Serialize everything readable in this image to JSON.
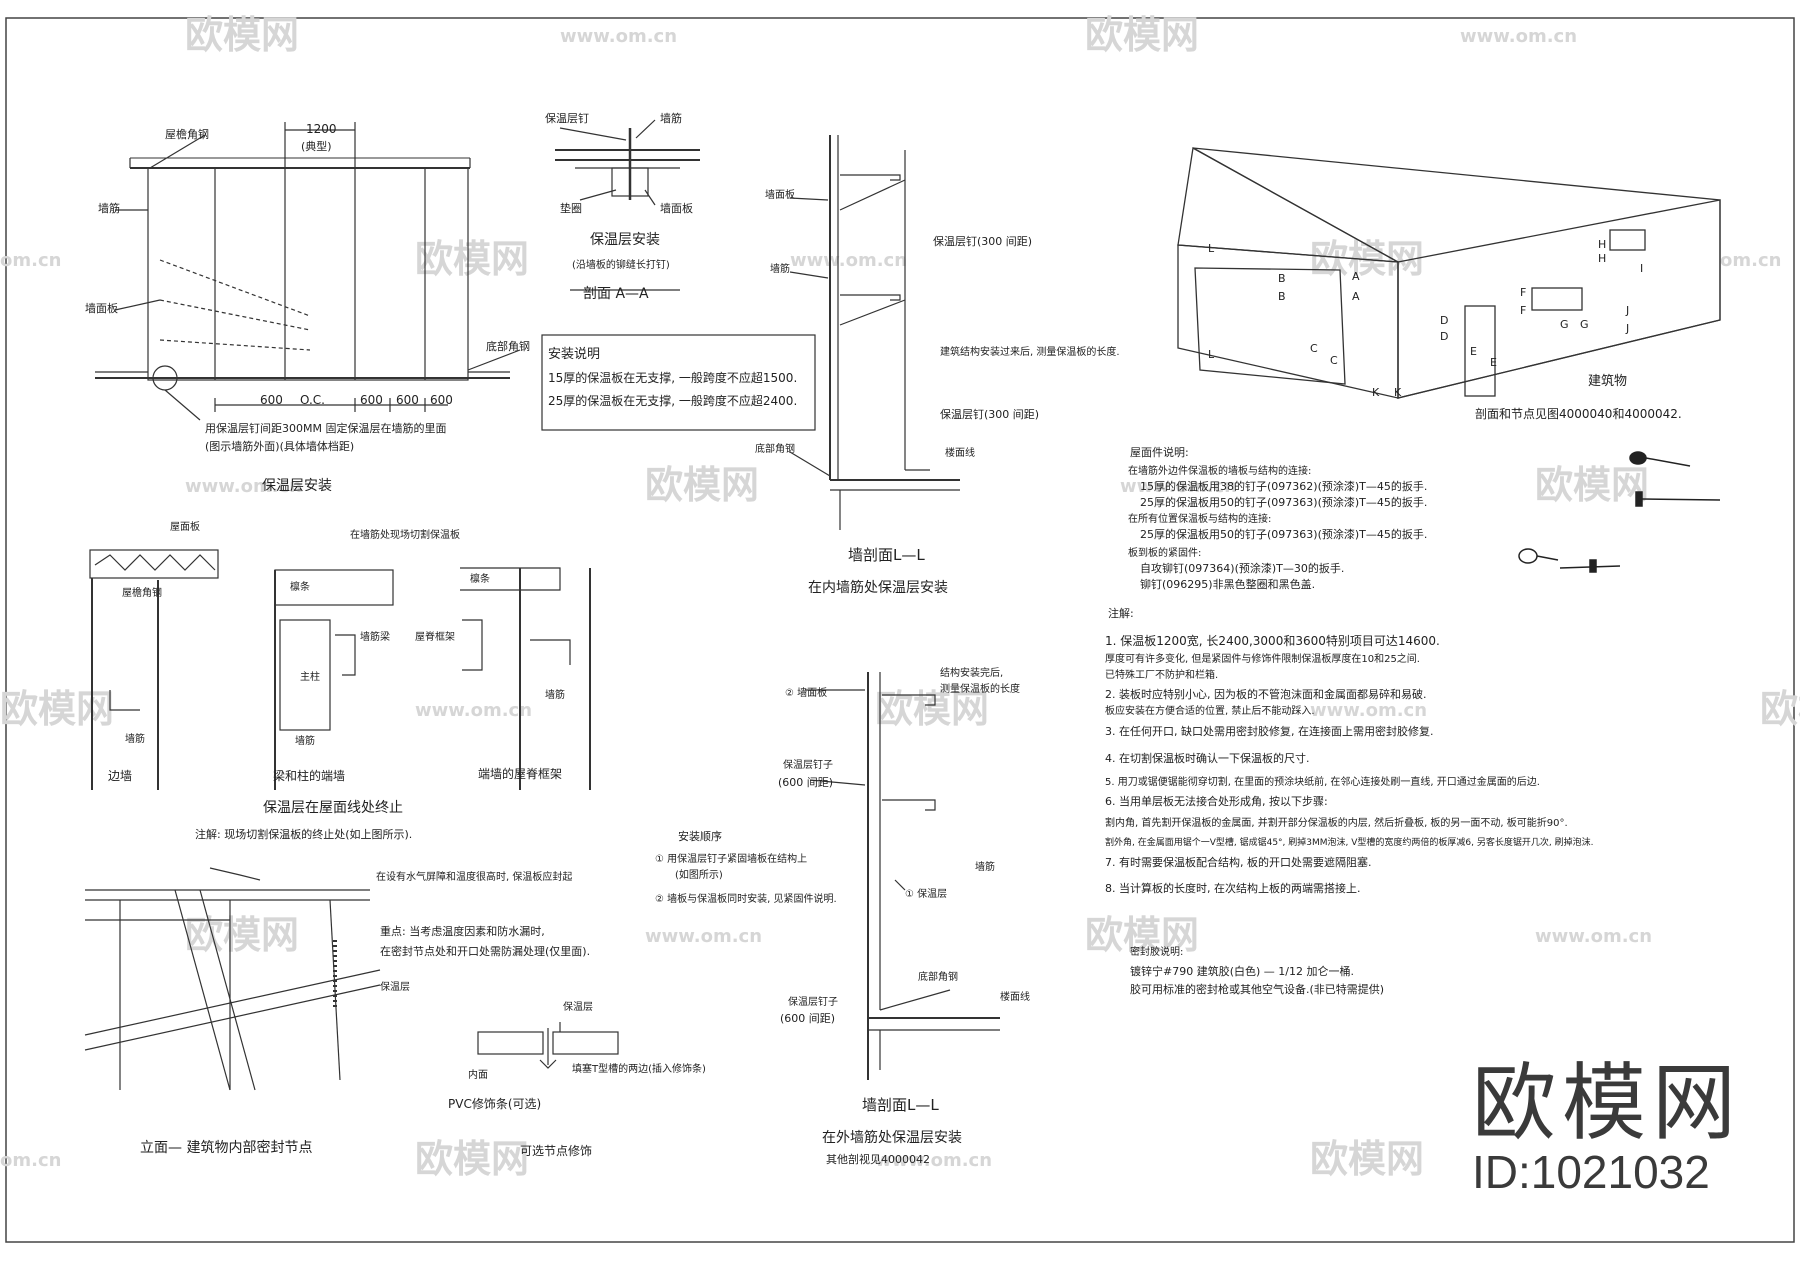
{
  "watermark": {
    "brand": "欧模网",
    "site": "www.om.cn",
    "site_short": "om.cn"
  },
  "stamp": {
    "brand": "欧模网",
    "id": "ID:1021032"
  },
  "elevation": {
    "label_roof_angle": "屋檐角钢",
    "label_stud": "墙筋",
    "label_panel": "墙面板",
    "label_base_angle": "底部角钢",
    "dim_top": "1200",
    "dim_top_note": "(典型)",
    "dim_bottom": [
      "600",
      "O.C.",
      "600",
      "600",
      "600"
    ],
    "note_line1": "用保温层钉间距300MM 固定保温层在墙筋的里面",
    "note_line2": "(图示墙筋外面)(具体墙体档距)",
    "title": "保温层安装"
  },
  "section_aa": {
    "label_nail": "保温层钉",
    "label_stud": "墙筋",
    "label_pad": "垫圈",
    "label_panel": "墙面板",
    "title": "保温层安装",
    "subtitle": "(沿墙板的铆缝长打钉)",
    "section_name": "剖面 A—A"
  },
  "install_notes": {
    "title": "安装说明",
    "line1": "15厚的保温板在无支撑, 一般跨度不应超1500.",
    "line2": "25厚的保温板在无支撑, 一般跨度不应超2400."
  },
  "wall_section_inner": {
    "label_panel": "墙面板",
    "label_stud": "墙筋",
    "label_nail": "保温层钉(300 间距)",
    "label_note": "建筑结构安装过来后, 测量保温板的长度.",
    "label_nail2": "保温层钉(300 间距)",
    "label_base": "底部角钢",
    "label_floor": "楼面线",
    "title": "墙剖面L—L",
    "subtitle": "在内墙筋处保温层安装"
  },
  "building": {
    "title": "建筑物",
    "note": "剖面和节点见图4000040和4000042.",
    "tags": [
      "L",
      "B",
      "B",
      "A",
      "A",
      "C",
      "C",
      "D",
      "D",
      "E",
      "E",
      "F",
      "F",
      "G",
      "G",
      "H",
      "H",
      "I",
      "J",
      "J",
      "K",
      "K",
      "L"
    ]
  },
  "roof_notes": {
    "title": "屋面件说明:",
    "lines": [
      "在墙筋外边件保温板的墙板与结构的连接:",
      "15厚的保温板用38的钉子(097362)(预涂漆)T—45的扳手.",
      "25厚的保温板用50的钉子(097363)(预涂漆)T—45的扳手.",
      "在所有位置保温板与结构的连接:",
      "25厚的保温板用50的钉子(097363)(预涂漆)T—45的扳手.",
      "板到板的紧固件:",
      "自攻铆钉(097364)(预涂漆)T—30的扳手.",
      "铆钉(096295)非黑色整圈和黑色盖."
    ]
  },
  "general_notes": {
    "title": "注解:",
    "items": [
      "1.  保温板1200宽, 长2400,3000和3600特别项目可达14600.",
      "    厚度可有许多变化, 但是紧固件与修饰件限制保温板厚度在10和25之间.",
      "    已特殊工厂不防护和栏箱.",
      "2.  装板时应特别小心, 因为板的不管泡沫面和金属面都易碎和易破.",
      "    板应安装在方便合适的位置, 禁止后不能动踩入.",
      "3.  在任何开口, 缺口处需用密封胶修复, 在连接面上需用密封胶修复.",
      "4.  在切割保温板时确认一下保温板的尺寸.",
      "5.  用刀或锯便锯能彻穿切割, 在里面的预涂块纸前, 在邻心连接处刷一直线, 开口通过金属面的后边.",
      "6.  当用单层板无法接合处形成角, 按以下步骤:",
      "    割内角, 首先割开保温板的金属面, 并割开部分保温板的内层, 然后折叠板, 板的另一面不动, 板可能折90°.",
      "    割外角, 在金属面用锯个一V型槽, 锯成锯45°, 刷掉3MM泡沫, V型槽的宽度约两倍的板厚减6, 另客长度锯开几次, 刷掉泡沫.",
      "7.  有时需要保温板配合结构, 板的开口处需要遮隔阻塞.",
      "8.  当计算板的长度时, 在次结构上板的两端需搭接上."
    ]
  },
  "sealant_notes": {
    "title": "密封胶说明:",
    "line1": "镀锌宁#790  建筑胶(白色)  — 1/12  加仑一桶.",
    "line2": "胶可用标准的密封枪或其他空气设备.(非已特需提供)"
  },
  "eave_details": {
    "d1_label_roof": "屋面板",
    "d1_label_angle": "屋檐角钢",
    "d1_label_stud": "墙筋",
    "d1_title": "边墙",
    "d2_label_top": "在墙筋处现场切割保温板",
    "d2_label_purlin": "檩条",
    "d2_label_stud": "墙筋梁",
    "d2_label_col": "主柱",
    "d2_label_stud2": "墙筋",
    "d2_title": "梁和柱的端墙",
    "d3_label_purlin": "檩条",
    "d3_label_rafter": "屋脊框架",
    "d3_label_stud": "墙筋",
    "d3_title": "端墙的屋脊框架",
    "caption": "保温层在屋面线处终止",
    "note": "注解: 现场切割保温板的终止处(如上图所示)."
  },
  "seal_elevation": {
    "label_top": "在设有水气屏障和温度很高时, 保温板应封起",
    "label_note1": "重点: 当考虑温度因素和防水漏时,",
    "label_note2": "在密封节点处和开口处需防漏处理(仅里面).",
    "label_insul": "保温层",
    "title": "立面— 建筑物内部密封节点"
  },
  "joint_detail": {
    "label_insul": "保温层",
    "label_inside": "内面",
    "label_t": "填塞T型槽的两边(插入修饰条)",
    "label_pvc": "PVC修饰条(可选)",
    "title": "可选节点修饰"
  },
  "wall_section_outer": {
    "label_2": "② 墙面板",
    "label_note1": "结构安装完后,",
    "label_note2": "测量保温板的长度",
    "label_nail": "保温层钉子",
    "label_nail_sp": "(600 间距)",
    "label_stud": "墙筋",
    "label_1": "① 保温层",
    "label_nail2": "保温层钉子",
    "label_nail2_sp": "(600 间距)",
    "label_base": "底部角钢",
    "label_floor": "楼面线",
    "title": "墙剖面L—L",
    "subtitle": "在外墙筋处保温层安装",
    "ref": "其他剖视见4000042"
  },
  "install_sequence": {
    "title": "安装顺序",
    "s1": "① 用保温层钉子紧固墙板在结构上",
    "s1b": "(如图所示)",
    "s2": "② 墙板与保温板同时安装, 见紧固件说明."
  }
}
